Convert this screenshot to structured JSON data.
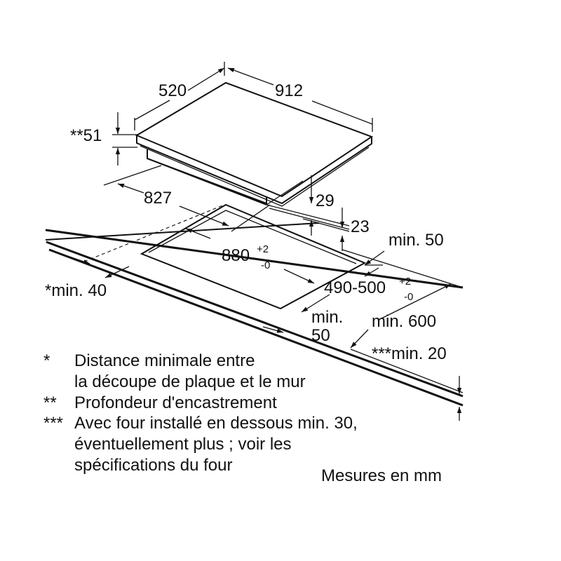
{
  "dimensions": {
    "hob_depth": "520",
    "hob_width": "912",
    "installation_depth": "**51",
    "cutout_offset": "827",
    "frame_29": "29",
    "frame_23": "23",
    "min_50_right": "min. 50",
    "cutout_width_main": "880",
    "cutout_width_sup": "+2",
    "cutout_width_sub": "-0",
    "min_40_wall": "*min. 40",
    "cutout_depth_main": "490-500",
    "cutout_depth_sup": "+2",
    "cutout_depth_sub": "-0",
    "min_50_front_top": "min.",
    "min_50_front_bottom": "50",
    "min_600": "min. 600",
    "min_20": "***min. 20"
  },
  "notes": [
    {
      "mark": "*",
      "lines": [
        "Distance minimale entre",
        "la découpe de plaque et le mur"
      ]
    },
    {
      "mark": "**",
      "lines": [
        "Profondeur d'encastrement"
      ]
    },
    {
      "mark": "***",
      "lines": [
        "Avec four installé en dessous min. 30,",
        "éventuellement plus ; voir les",
        "spécifications du four"
      ]
    }
  ],
  "units_label": "Mesures en mm"
}
